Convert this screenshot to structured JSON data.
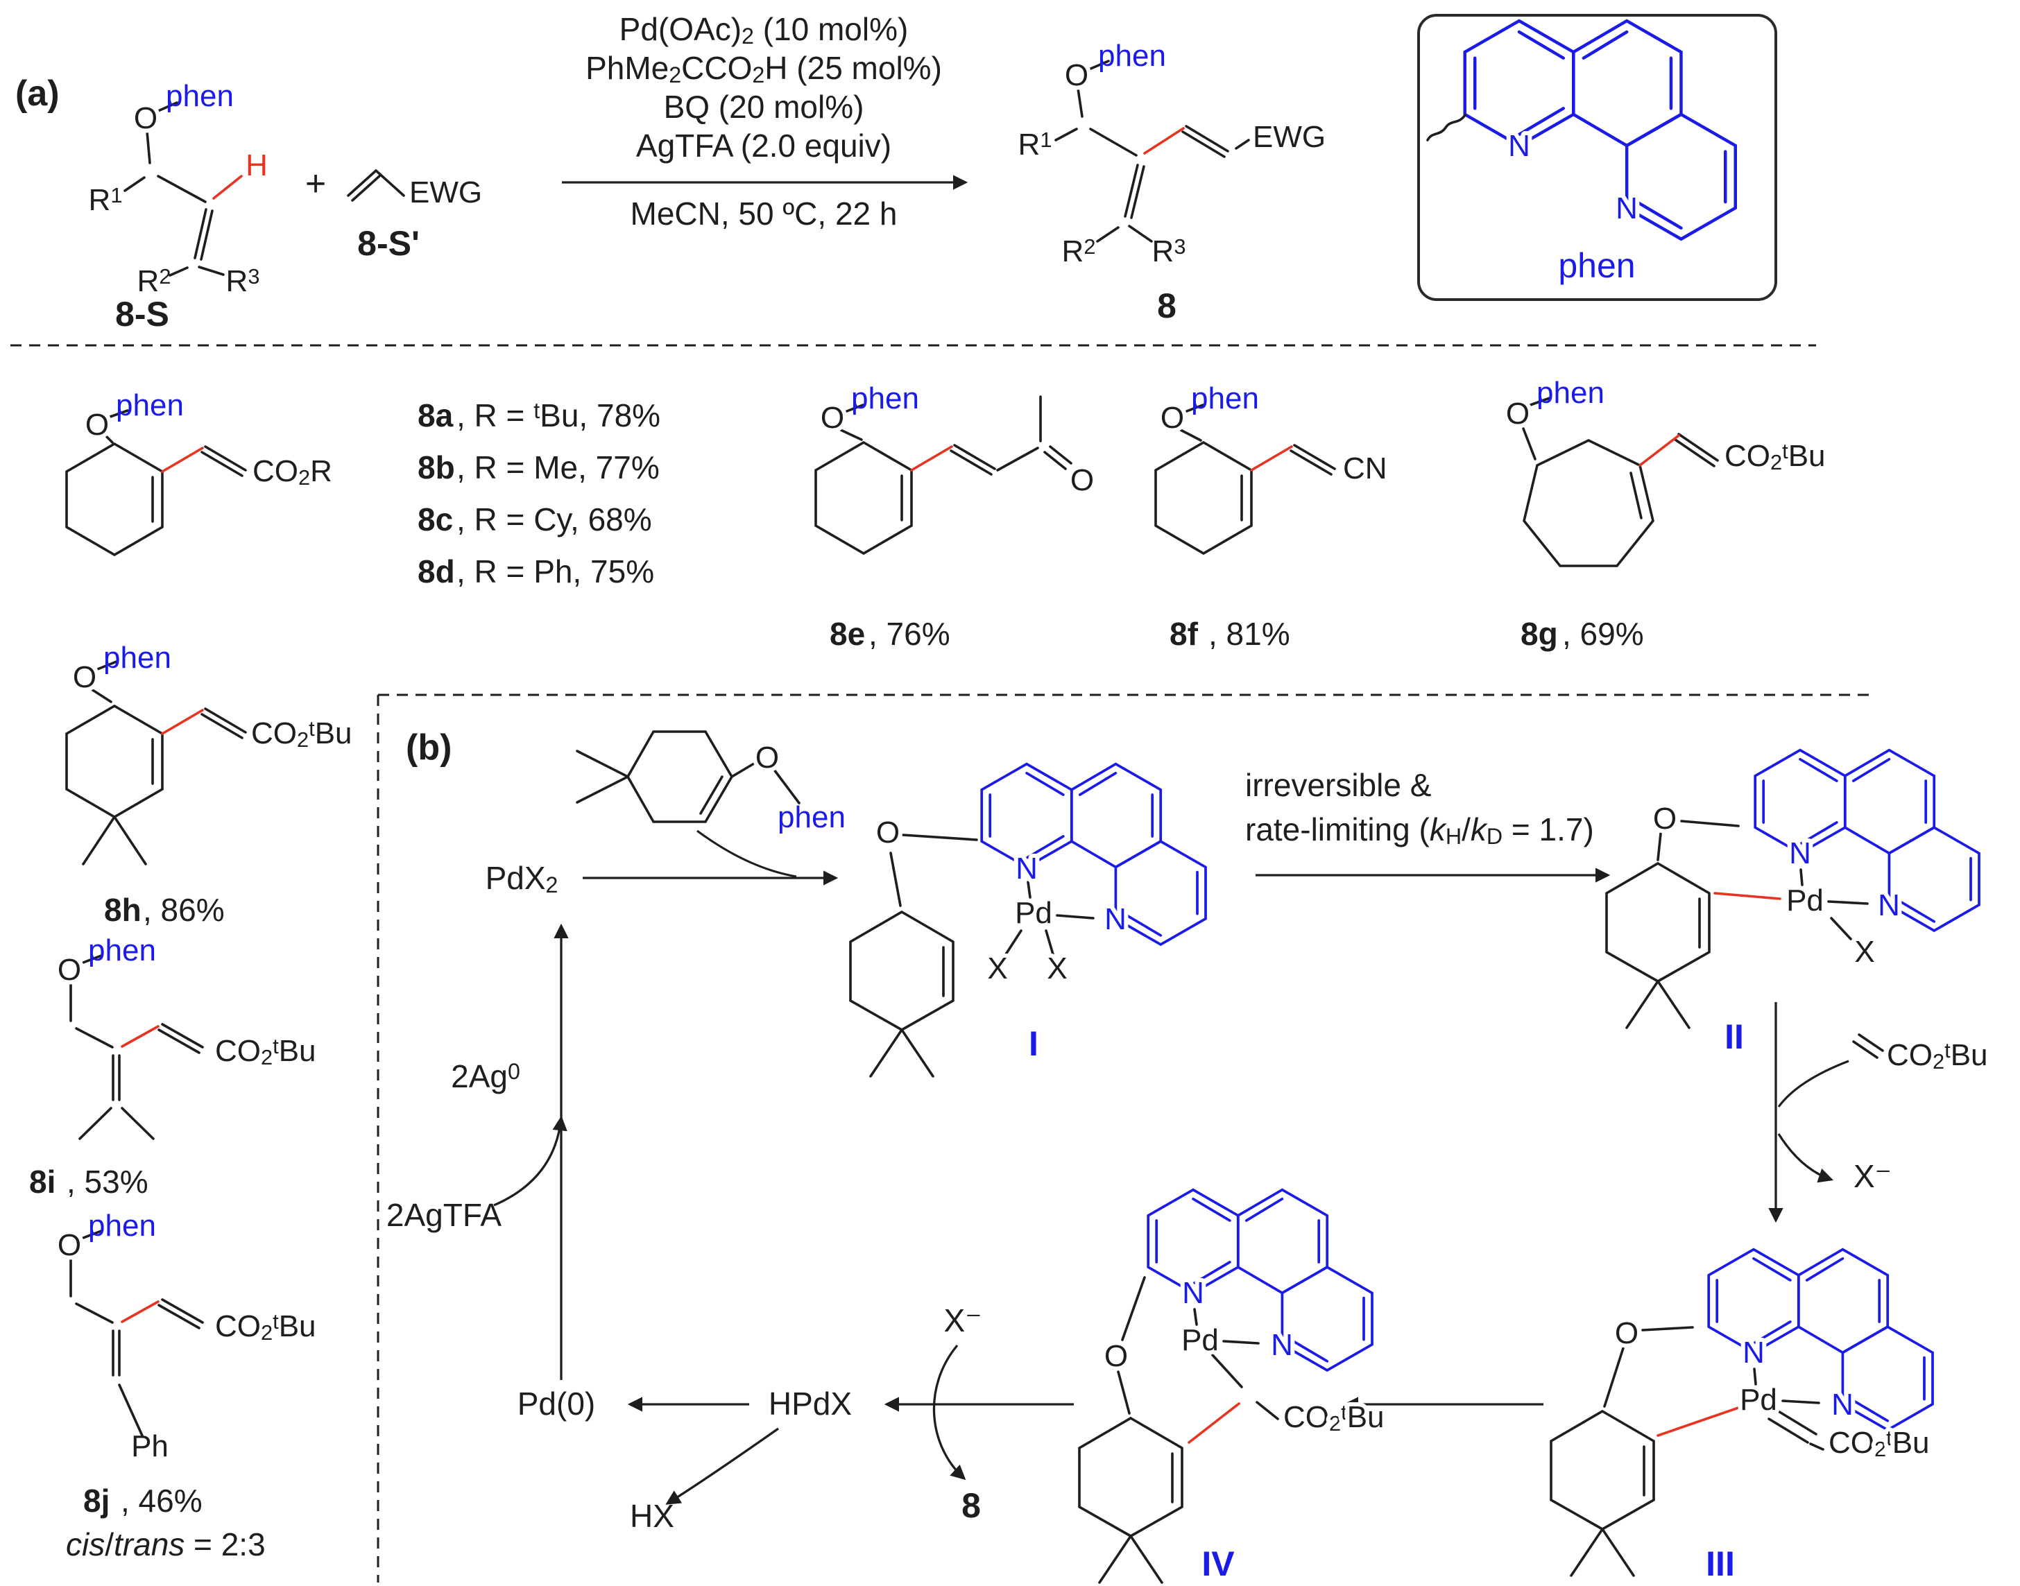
{
  "colors": {
    "blue": "#1b1be8",
    "red": "#e63420",
    "ink": "#1e1e1e",
    "background": "#ffffff"
  },
  "panel_a": {
    "label": "(a)",
    "substrate": {
      "o": "O",
      "phen": "phen",
      "r1": "R^1^",
      "h": "H",
      "r2": "R^2^",
      "r3": "R^3^",
      "name": "8-S"
    },
    "plus": "+",
    "acceptor": {
      "ewg": "EWG",
      "name": "8-S'"
    },
    "conditions": {
      "line1": "Pd(OAc)~2~ (10 mol%)",
      "line2": "PhMe~2~CCO~2~H (25 mol%)",
      "line3": "BQ (20 mol%)",
      "line4": "AgTFA (2.0 equiv)",
      "below": "MeCN, 50 ºC, 22 h"
    },
    "product": {
      "o": "O",
      "phen": "phen",
      "r1": "R^1^",
      "ewg": "EWG",
      "r2": "R^2^",
      "r3": "R^3^",
      "name": "8"
    },
    "phen_box": {
      "n1": "N",
      "n2": "N",
      "caption": "phen"
    }
  },
  "scope": {
    "group_8ad": {
      "o": "O",
      "phen": "phen",
      "ester": "CO~2~R",
      "entries": [
        {
          "id": "8a",
          "rest": ", R = ^t^Bu, 78%"
        },
        {
          "id": "8b",
          "rest": ", R = Me, 77%"
        },
        {
          "id": "8c",
          "rest": ", R = Cy, 68%"
        },
        {
          "id": "8d",
          "rest": ", R = Ph, 75%"
        }
      ]
    },
    "cpd_8e": {
      "o": "O",
      "phen": "phen",
      "ketone_o": "O",
      "id": "8e",
      "yield": ", 76%"
    },
    "cpd_8f": {
      "o": "O",
      "phen": "phen",
      "nitrile": "CN",
      "id": "8f",
      "yield": ", 81%"
    },
    "cpd_8g": {
      "o": "O",
      "phen": "phen",
      "ester": "CO~2~^t^Bu",
      "id": "8g",
      "yield": ", 69%"
    },
    "cpd_8h": {
      "o": "O",
      "phen": "phen",
      "ester": "CO~2~^t^Bu",
      "id": "8h",
      "yield": ", 86%"
    },
    "cpd_8i": {
      "o": "O",
      "phen": "phen",
      "ester": "CO~2~^t^Bu",
      "id": "8i",
      "yield": ", 53%"
    },
    "cpd_8j": {
      "o": "O",
      "phen": "phen",
      "ester": "CO~2~^t^Bu",
      "ph": "Ph",
      "id": "8j",
      "yield": ", 46%",
      "ratio": "`cis`/`trans` = 2:3"
    }
  },
  "panel_b": {
    "label": "(b)",
    "substrate": {
      "o": "O",
      "phen": "phen"
    },
    "pdx2": "PdX~2~",
    "complex_i": {
      "o": "O",
      "n1": "N",
      "n2": "N",
      "pd": "Pd",
      "x1": "X",
      "x2": "X",
      "tag": "I"
    },
    "step_note1": "irreversible &",
    "step_note2": "rate-limiting (`k`~H~/`k`~D~ = 1.7)",
    "complex_ii": {
      "o": "O",
      "n1": "N",
      "n2": "N",
      "pd": "Pd",
      "x": "X",
      "tag": "II"
    },
    "acrylate": "CO~2~^t^Bu",
    "x_in": "X⁻",
    "complex_iii": {
      "o": "O",
      "n1": "N",
      "n2": "N",
      "pd": "Pd",
      "ester": "CO~2~^t^Bu",
      "tag": "III"
    },
    "complex_iv": {
      "o": "O",
      "n1": "N",
      "n2": "N",
      "pd": "Pd",
      "ester": "CO~2~^t^Bu",
      "tag": "IV"
    },
    "x_out": "X⁻",
    "product": "8",
    "hpdx": "HPdX",
    "pd0": "Pd(0)",
    "hx": "HX",
    "agtfa": "2AgTFA",
    "ag0": "2Ag^0^"
  }
}
